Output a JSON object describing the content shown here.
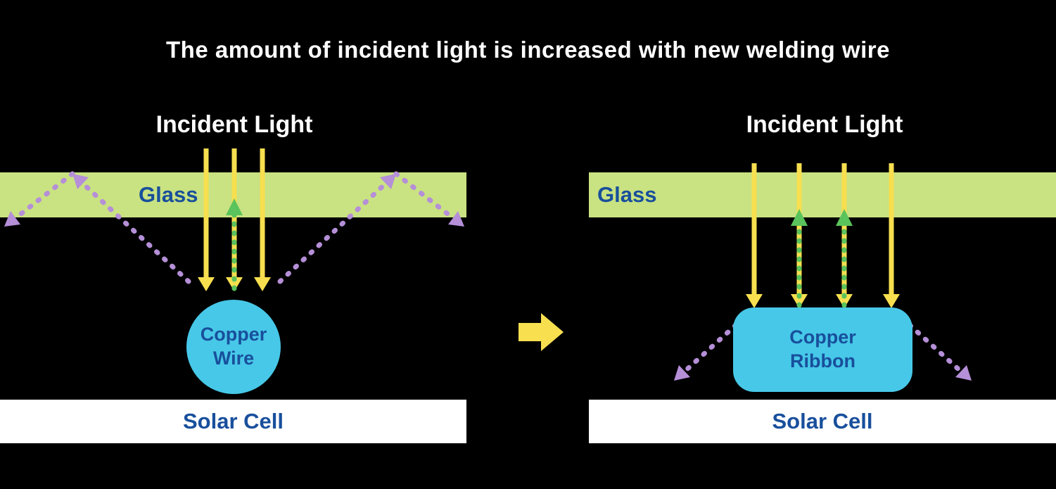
{
  "title": "The amount of incident light is increased with new welding wire",
  "colors": {
    "background": "#000000",
    "title_text": "#ffffff",
    "glass_fill": "#c9e282",
    "label_blue": "#184f9c",
    "incident_yellow": "#f7df4f",
    "reflected_green": "#5bc35b",
    "lost_purple": "#b58fd8",
    "copper_cyan": "#47c8e8",
    "solar_cell_fill": "#ffffff"
  },
  "left_panel": {
    "incident_light_label": "Incident Light",
    "glass_label": "Glass",
    "copper_label_line1": "Copper",
    "copper_label_line2": "Wire",
    "solar_cell_label": "Solar Cell"
  },
  "right_panel": {
    "incident_light_label": "Incident Light",
    "glass_label": "Glass",
    "copper_label_line1": "Copper",
    "copper_label_line2": "Ribbon",
    "solar_cell_label": "Solar Cell"
  },
  "icons": {
    "transition_arrow": "right-block-arrow",
    "incident_arrow": "yellow-down-arrow",
    "reflected_arrow": "green-dashed-up-arrow",
    "lost_arrow": "purple-dashed-diagonal-arrow"
  }
}
